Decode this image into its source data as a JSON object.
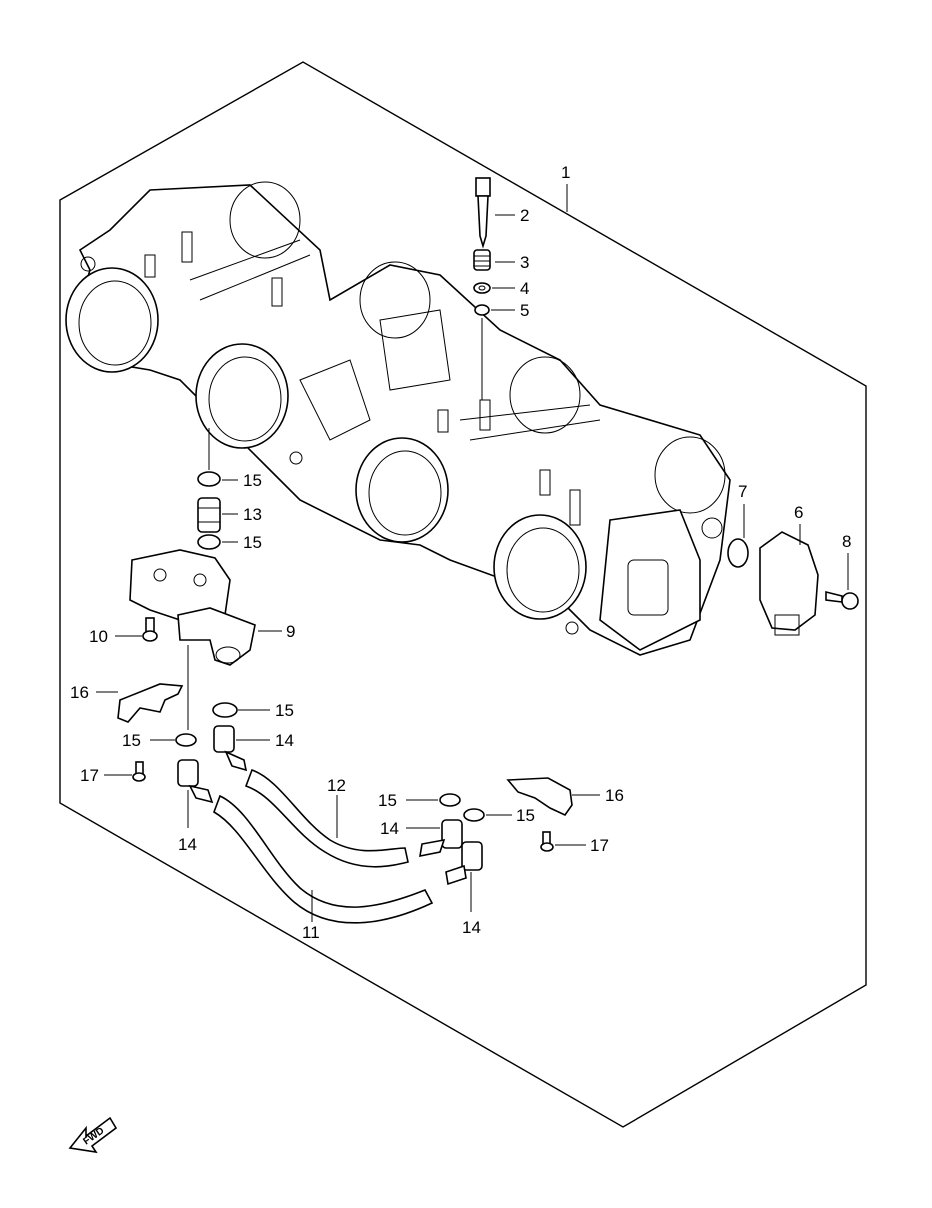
{
  "callouts": {
    "c1": "1",
    "c2": "2",
    "c3": "3",
    "c4": "4",
    "c5": "5",
    "c6": "6",
    "c7": "7",
    "c8": "8",
    "c9": "9",
    "c10": "10",
    "c11": "11",
    "c12": "12",
    "c13": "13",
    "c14a": "14",
    "c14b": "14",
    "c14c": "14",
    "c14d": "14",
    "c15a": "15",
    "c15b": "15",
    "c15c": "15",
    "c15d": "15",
    "c15e": "15",
    "c15f": "15",
    "c16a": "16",
    "c16b": "16",
    "c17a": "17",
    "c17b": "17"
  },
  "fwd_arrow": "FWD"
}
